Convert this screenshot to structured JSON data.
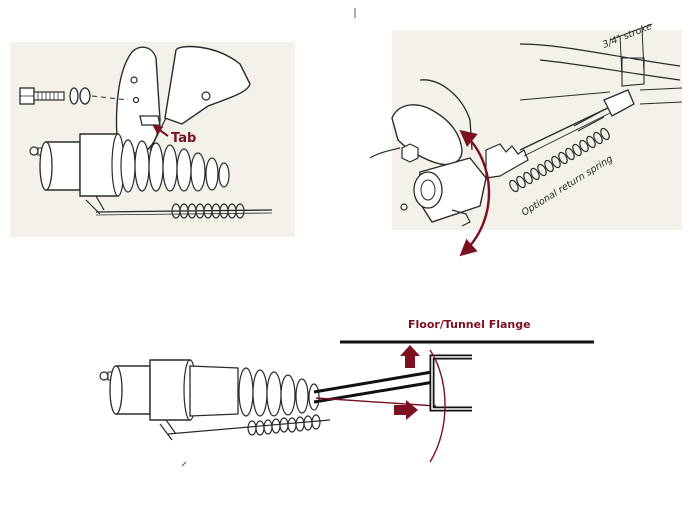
{
  "labels": {
    "tab": "Tab",
    "stroke": "3/4\" stroke",
    "return_spring": "Optional return spring",
    "floor_flange": "Floor/Tunnel Flange"
  },
  "colors": {
    "accent": "#7a1020",
    "ink": "#2a2a2a",
    "scan_paper": "#f4f1ea"
  },
  "icons": {
    "arrow_up": "arrow-up-icon",
    "arrow_right": "arrow-right-icon",
    "curved_double_arrow": "curved-double-arrow-icon"
  }
}
